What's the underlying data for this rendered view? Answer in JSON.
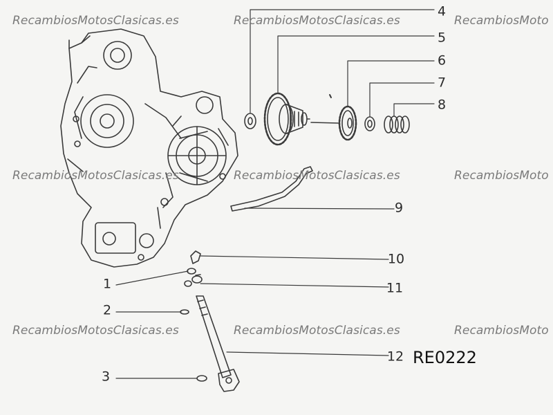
{
  "watermark": {
    "text": "RecambiosMotosClasicas.es",
    "text_clipped": "RecambiosMoto"
  },
  "callouts": [
    "1",
    "2",
    "3",
    "4",
    "5",
    "6",
    "7",
    "8",
    "9",
    "10",
    "11",
    "12"
  ],
  "reference_code": "RE0222",
  "colors": {
    "ink": "#3a3a3a",
    "watermark": "#7a7a7a",
    "paper": "#f5f5f3"
  }
}
